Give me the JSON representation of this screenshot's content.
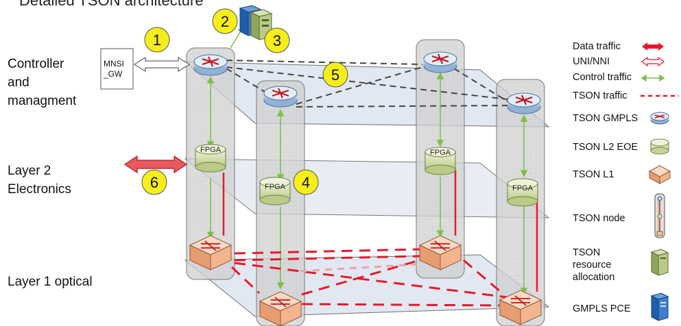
{
  "title_fragment": "Detailed TSON architecture",
  "layers": {
    "control": "Controller\nand\nmanagment",
    "l2": "Layer 2\nElectronics",
    "l1": "Layer 1 optical"
  },
  "external": {
    "mnsi_gw": "MNSI\n_GW"
  },
  "fpga_label": "FPGA",
  "callouts": [
    "1",
    "2",
    "3",
    "4",
    "5",
    "6"
  ],
  "legend": [
    {
      "label": "Data traffic",
      "icon": "solid-red-double-arrow"
    },
    {
      "label": "UNI/NNI",
      "icon": "hollow-red-double-arrow"
    },
    {
      "label": "Control traffic",
      "icon": "green-double-arrow"
    },
    {
      "label": "TSON traffic",
      "icon": "red-dashed-line"
    },
    {
      "label": "TSON GMPLS",
      "icon": "router-icon"
    },
    {
      "label": "TSON L2 EOE",
      "icon": "cylinder-icon"
    },
    {
      "label": "TSON L1",
      "icon": "optical-switch-icon"
    },
    {
      "label": "TSON node",
      "icon": "node-column-icon"
    },
    {
      "label": "TSON\nresource\nallocation",
      "icon": "server-icon"
    },
    {
      "label": "GMPLS PCE",
      "icon": "pce-server-icon"
    }
  ],
  "colors": {
    "data_traffic": "#e8182a",
    "control_traffic": "#7cc04a",
    "plane_fill": "#dde5ef",
    "column_fill": "#d2d2d2",
    "callout_fill": "#f5ed1c",
    "router_fill": "#b5cde6",
    "cylinder_fill": "#d9e5b2",
    "switch_fill": "#f4c2a1"
  }
}
